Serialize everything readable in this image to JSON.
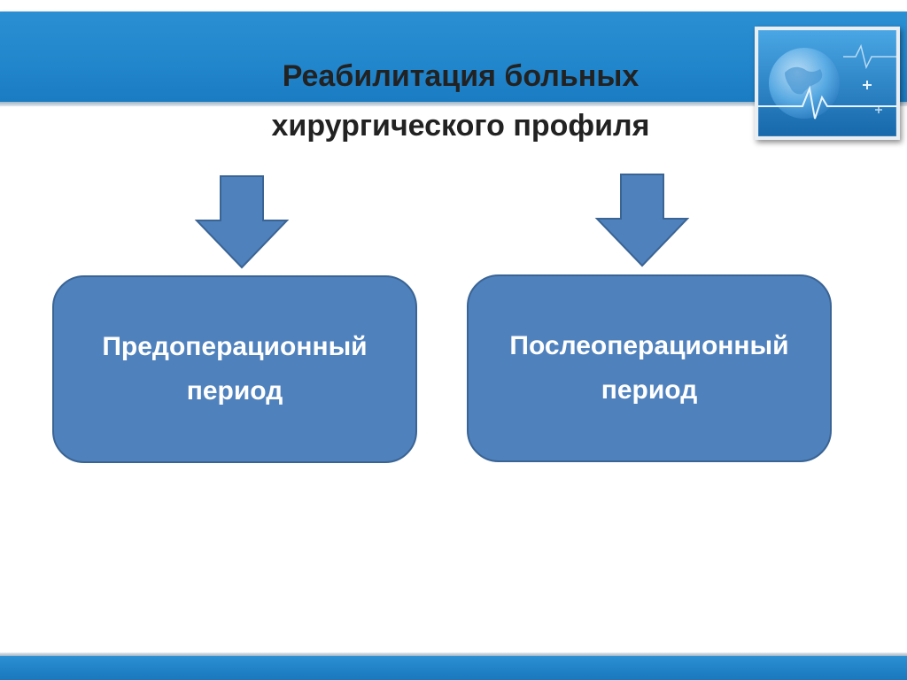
{
  "slide": {
    "title_line1": "Реабилитация больных",
    "title_line2": "хирургического профиля"
  },
  "diagram": {
    "nodes": [
      {
        "id": "pre-op",
        "line1": "Предоперационный",
        "line2": "период"
      },
      {
        "id": "post-op",
        "line1": "Послеоперационный",
        "line2": "период"
      }
    ],
    "edges": [
      {
        "from": "title",
        "to": "pre-op"
      },
      {
        "from": "title",
        "to": "post-op"
      }
    ]
  },
  "colors": {
    "band": "#2286cc",
    "node_fill": "#4f81bd",
    "node_border": "#3a6494",
    "arrow_fill": "#4f81bd",
    "title_text": "#222222",
    "node_text": "#ffffff"
  },
  "icons": {
    "logo": "medical-globe-heartbeat-icon",
    "arrow": "arrow-down-icon"
  }
}
